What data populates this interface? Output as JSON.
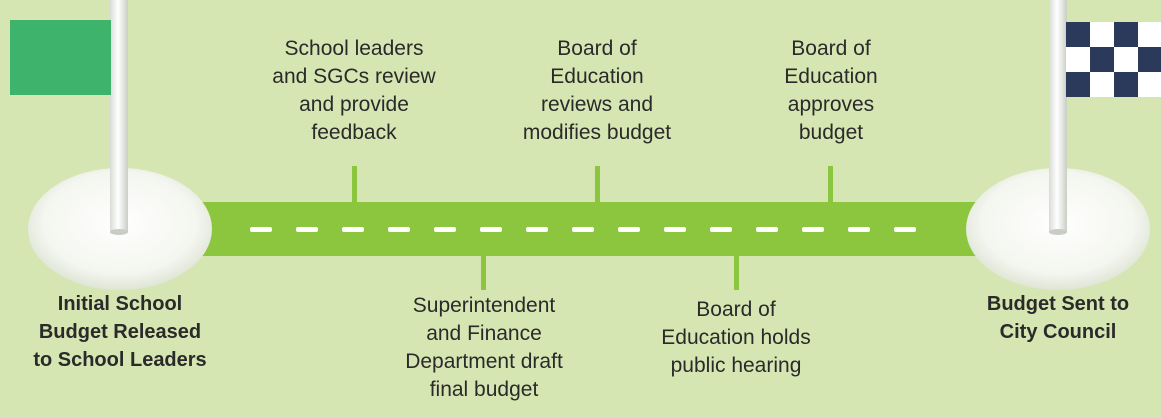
{
  "colors": {
    "background": "#d5e6b3",
    "road": "#8cc63f",
    "road_dash": "#ffffff",
    "start_flag": "#3db36b",
    "finish_flag_dark": "#2b3a5a",
    "finish_flag_light": "#ffffff",
    "text": "#2a2a2a"
  },
  "start": {
    "label": "Initial School\nBudget Released\nto School Leaders",
    "flag_icon": "green-flag-icon"
  },
  "finish": {
    "label": "Budget Sent to\nCity Council",
    "flag_icon": "checkered-flag-icon"
  },
  "steps_above": [
    {
      "label": "School leaders\nand SGCs review\nand provide\nfeedback"
    },
    {
      "label": "Board of\nEducation\nreviews and\nmodifies budget"
    },
    {
      "label": "Board of\nEducation\napproves\nbudget"
    }
  ],
  "steps_below": [
    {
      "label": "Superintendent\nand Finance\nDepartment draft\nfinal budget"
    },
    {
      "label": "Board of\nEducation holds\npublic hearing"
    }
  ]
}
